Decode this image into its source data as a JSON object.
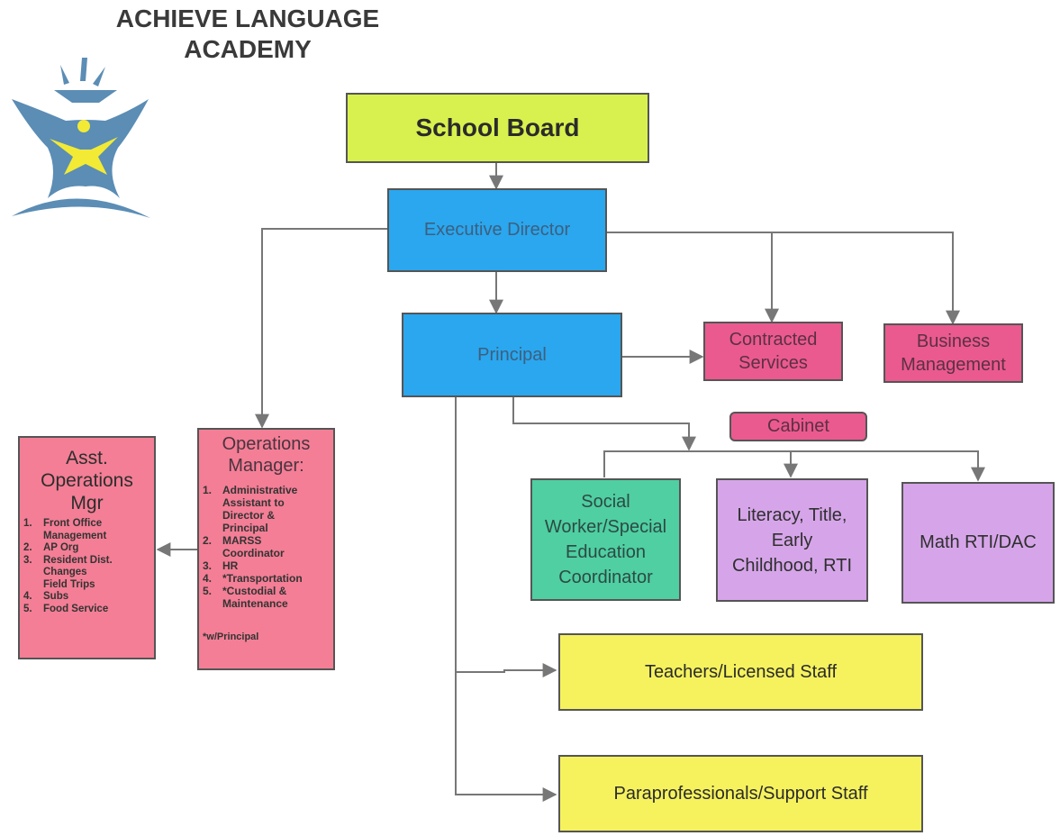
{
  "header": {
    "title_line1": "ACHIEVE LANGUAGE",
    "title_line2": "ACADEMY"
  },
  "logo": {
    "icon": "star-figure-logo-icon",
    "colors": {
      "blue": "#5b8db5",
      "yellow": "#f2ea35"
    }
  },
  "nodes": {
    "school_board": {
      "label": "School Board",
      "color": "#d9f14e"
    },
    "executive_director": {
      "label": "Executive Director",
      "color": "#2aa7ee"
    },
    "principal": {
      "label": "Principal",
      "color": "#2aa7ee"
    },
    "contracted_services": {
      "label_line1": "Contracted",
      "label_line2": "Services",
      "color": "#ea5a8f"
    },
    "business_management": {
      "label_line1": "Business",
      "label_line2": "Management",
      "color": "#ea5a8f"
    },
    "cabinet": {
      "label": "Cabinet",
      "color": "#ea5a8f"
    },
    "social_worker": {
      "label_line1": "Social",
      "label_line2": "Worker/Special",
      "label_line3": "Education",
      "label_line4": "Coordinator",
      "color": "#4fcfa2"
    },
    "literacy": {
      "label_line1": "Literacy, Title,",
      "label_line2": "Early",
      "label_line3": "Childhood, RTI",
      "color": "#d6a5e9"
    },
    "math": {
      "label": "Math RTI/DAC",
      "color": "#d6a5e9"
    },
    "teachers": {
      "label": "Teachers/Licensed Staff",
      "color": "#f5f25e"
    },
    "paraprofessionals": {
      "label": "Paraprofessionals/Support Staff",
      "color": "#f5f25e"
    },
    "operations_manager": {
      "title_line1": "Operations",
      "title_line2": "Manager:",
      "color": "#f37e95",
      "items": [
        {
          "num": "1.",
          "text_lines": [
            "Administrative",
            "Assistant to",
            "Director &",
            "Principal"
          ]
        },
        {
          "num": "2.",
          "text_lines": [
            "MARSS",
            "Coordinator"
          ]
        },
        {
          "num": "3.",
          "text_lines": [
            "HR"
          ]
        },
        {
          "num": "4.",
          "text_lines": [
            "*Transportation"
          ]
        },
        {
          "num": "5.",
          "text_lines": [
            "*Custodial &",
            "Maintenance"
          ]
        }
      ],
      "footnote": "*w/Principal"
    },
    "asst_operations_mgr": {
      "title_line1": "Asst.",
      "title_line2": "Operations",
      "title_line3": "Mgr",
      "color": "#f37e95",
      "items": [
        {
          "num": "1.",
          "text_lines": [
            "Front Office",
            "Management"
          ]
        },
        {
          "num": "2.",
          "text_lines": [
            "AP Org"
          ]
        },
        {
          "num": "3.",
          "text_lines": [
            "Resident Dist.",
            "Changes",
            "Field Trips"
          ]
        },
        {
          "num": "4.",
          "text_lines": [
            "Subs"
          ]
        },
        {
          "num": "5.",
          "text_lines": [
            "Food Service"
          ]
        }
      ]
    }
  }
}
